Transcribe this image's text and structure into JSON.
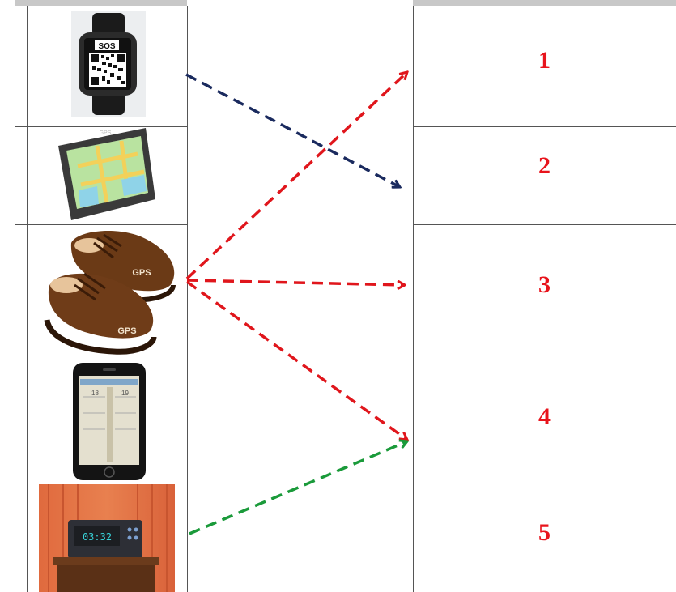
{
  "left_column": {
    "items": [
      {
        "name": "smartwatch",
        "screen_text": "SOS"
      },
      {
        "name": "gps-navigator",
        "screen_text": "GPS"
      },
      {
        "name": "gps-shoes",
        "label_1": "GPS",
        "label_2": "GPS"
      },
      {
        "name": "smartphone",
        "date_left": "18",
        "date_right": "19"
      },
      {
        "name": "desk-clock",
        "time": "03:32"
      }
    ]
  },
  "right_column": {
    "numbers": [
      "1",
      "2",
      "3",
      "4",
      "5"
    ]
  },
  "colors": {
    "number": "#e8141c",
    "arrow_navy": "#1a2a5e",
    "arrow_red": "#e0161c",
    "arrow_green": "#1a9a3a",
    "grid": "#555555",
    "header_bar": "#c8c8c8"
  },
  "connections": [
    {
      "from": "smartwatch",
      "to": "2",
      "color": "navy"
    },
    {
      "from": "gps-shoes",
      "to": "1",
      "color": "red"
    },
    {
      "from": "gps-shoes",
      "to": "3",
      "color": "red"
    },
    {
      "from": "gps-shoes",
      "to": "4",
      "color": "red"
    },
    {
      "from": "desk-clock",
      "to": "4",
      "color": "green"
    }
  ]
}
